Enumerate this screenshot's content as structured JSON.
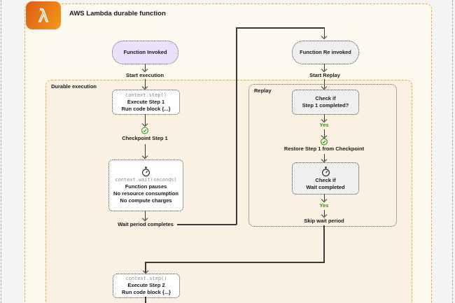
{
  "title": "AWS Lambda durable function",
  "colors": {
    "panel_border_orange": "#e9a73c",
    "outer_panel_bg": "#fdf9ef",
    "durable_panel_bg": "#faf1e2",
    "node_border": "#424242",
    "purple_node_bg": "#ece1fa",
    "gray_node_bg": "#efefef",
    "green": "#2c9410",
    "lambda_orange_dark": "#d95c16",
    "lambda_orange_light": "#f6991a"
  },
  "icons": {
    "lambda": "lambda-icon",
    "stopwatch": "stopwatch-icon",
    "check_circle": "check-circle-icon"
  },
  "flow": {
    "function_invoked": "Function Invoked",
    "start_execution": "Start execution",
    "durable_execution_label": "Durable execution",
    "step1_code": "context.step()",
    "step1_line1": "Execute Step 1",
    "step1_line2": "Run code block {...}",
    "checkpoint1": "Checkpoint Step 1",
    "wait_code": "context.wait(seconds)",
    "wait_line1": "Function pauses",
    "wait_line2": "No resource consumption",
    "wait_line3": "No compute charges",
    "wait_completes": "Wait period completes",
    "function_reinvoked": "Function Re invoked",
    "start_replay": "Start Replay",
    "replay_label": "Replay",
    "check_step1_line1": "Check if",
    "check_step1_line2": "Step 1 completed?",
    "yes1": "Yes",
    "restore_checkpoint": "Restore Step 1 from Checkpoint",
    "check_wait_line1": "Check if",
    "check_wait_line2": "Wait completed",
    "yes2": "Yes",
    "skip_wait": "Skip wait period",
    "step2_code": "context.step()",
    "step2_line1": "Execute Step 2",
    "step2_line2": "Run code block {...}"
  }
}
